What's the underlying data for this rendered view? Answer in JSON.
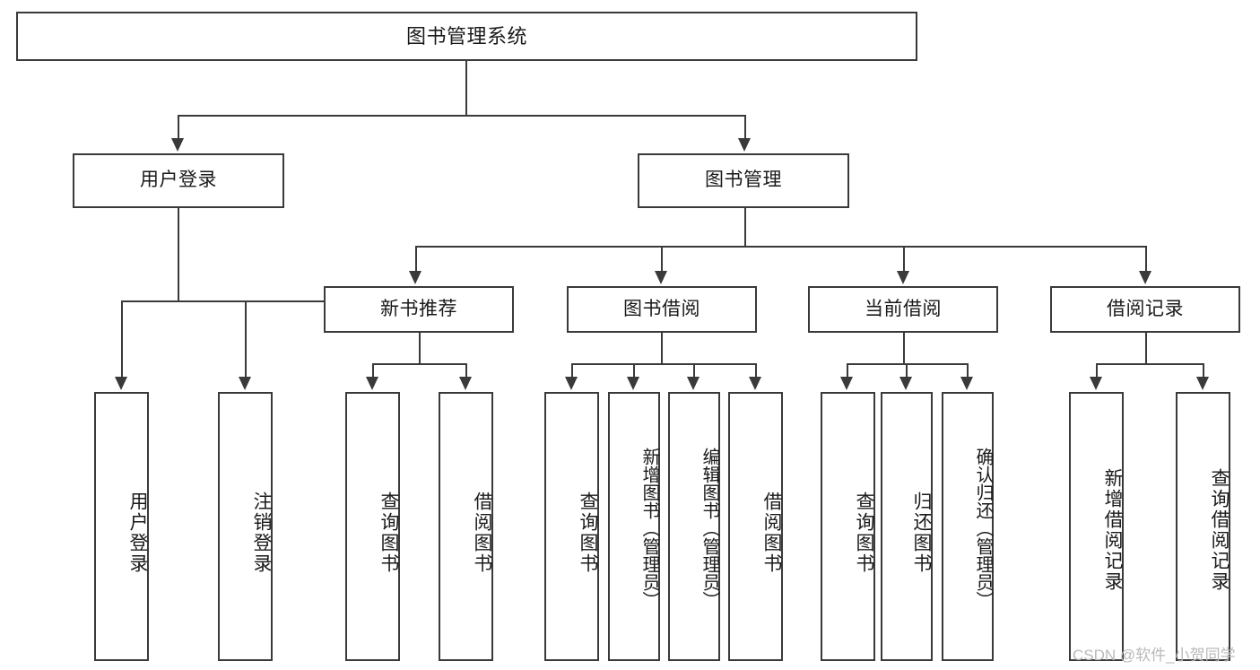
{
  "diagram": {
    "title": "图书管理系统",
    "type": "tree-hierarchy-functional-structure",
    "orientation": "top-down",
    "root": {
      "id": "root",
      "label": "图书管理系统"
    },
    "level2": [
      {
        "id": "user-login",
        "label": "用户登录"
      },
      {
        "id": "book-management",
        "label": "图书管理"
      }
    ],
    "level3": [
      {
        "id": "new-book-recommend",
        "label": "新书推荐"
      },
      {
        "id": "book-borrow",
        "label": "图书借阅"
      },
      {
        "id": "current-borrow",
        "label": "当前借阅"
      },
      {
        "id": "borrow-record",
        "label": "借阅记录"
      }
    ],
    "leaves": {
      "user_login": [
        {
          "id": "leaf-user-login",
          "label": "用户登录"
        },
        {
          "id": "leaf-logout-login",
          "label": "注销登录"
        }
      ],
      "new_book_recommend": [
        {
          "id": "leaf-query-book-1",
          "label": "查询图书"
        },
        {
          "id": "leaf-borrow-book-1",
          "label": "借阅图书"
        }
      ],
      "book_borrow": [
        {
          "id": "leaf-query-book-2",
          "label": "查询图书"
        },
        {
          "id": "leaf-add-book-admin",
          "label": "新增图书（管理员）"
        },
        {
          "id": "leaf-edit-book-admin",
          "label": "编辑图书（管理员）"
        },
        {
          "id": "leaf-borrow-book-2",
          "label": "借阅图书"
        }
      ],
      "current_borrow": [
        {
          "id": "leaf-query-book-3",
          "label": "查询图书"
        },
        {
          "id": "leaf-return-book",
          "label": "归还图书"
        },
        {
          "id": "leaf-confirm-return-admin",
          "label": "确认归还（管理员）"
        }
      ],
      "borrow_record": [
        {
          "id": "leaf-add-borrow-record",
          "label": "新增借阅记录"
        },
        {
          "id": "leaf-query-borrow-record",
          "label": "查询借阅记录"
        }
      ]
    },
    "colors": {
      "stroke": "#3a3a3a",
      "fill": "#ffffff",
      "text": "#1a1a1a",
      "watermark": "#b9b9b9"
    }
  },
  "watermark": {
    "text": "CSDN @软件_小贺同学"
  }
}
